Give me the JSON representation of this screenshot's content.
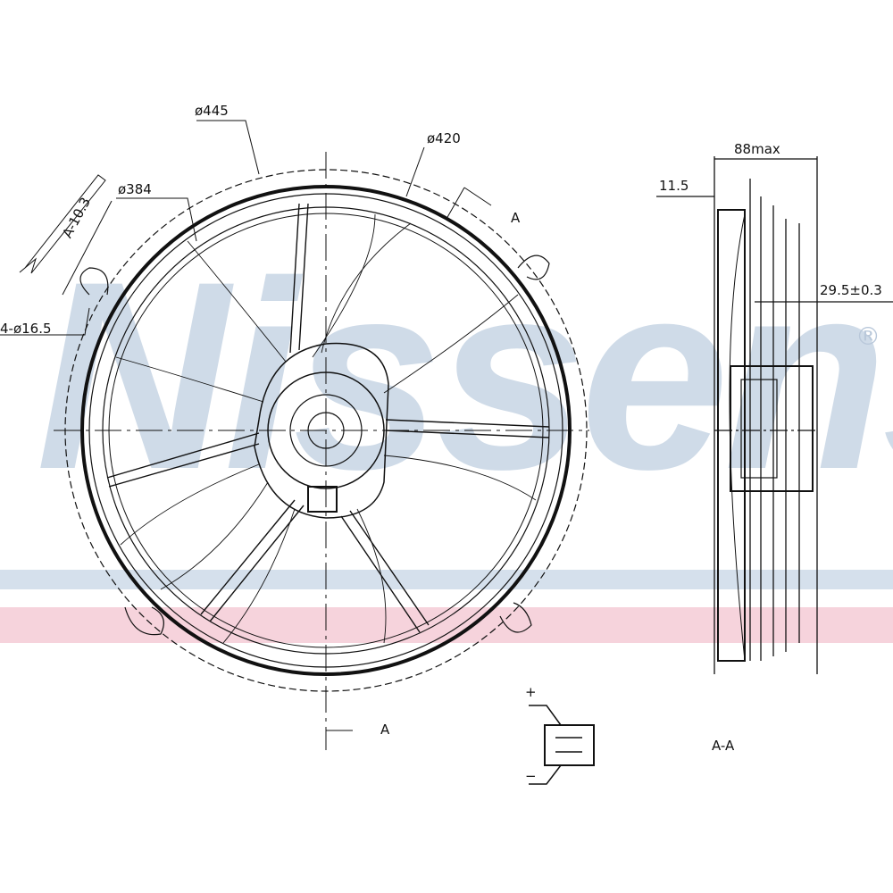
{
  "watermark": {
    "brand": "Nissens",
    "registered": "®",
    "color_blue": "#c9d7e6",
    "color_red": "#f4cdd7"
  },
  "front_view": {
    "dim_outer": "ø445",
    "dim_ring": "ø420",
    "dim_blade": "ø384",
    "dim_mount_holes": "4-ø16.5",
    "dim_angle": "A-10.3",
    "section_mark_top": "A",
    "section_mark_bottom": "A"
  },
  "side_view": {
    "dim_depth": "88max",
    "dim_offset": "11.5",
    "dim_hub": "29.5±0.3",
    "section_title": "A-A"
  },
  "connector": {
    "plus": "+",
    "minus": "−"
  }
}
